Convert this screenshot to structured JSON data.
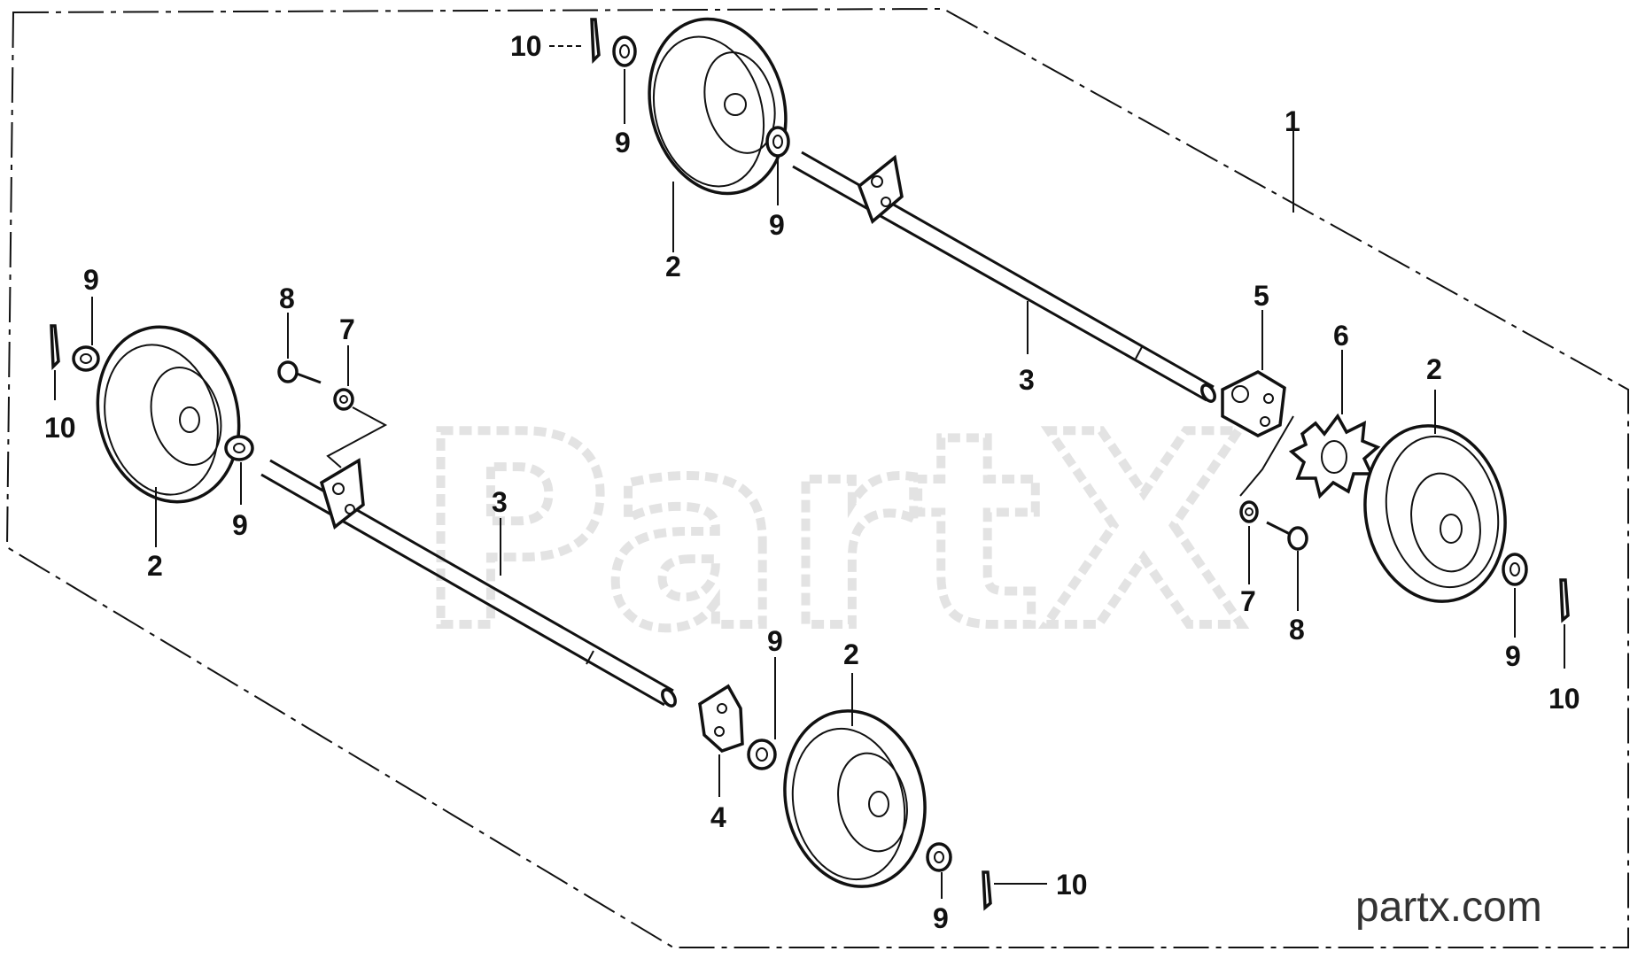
{
  "diagram": {
    "watermark_text": "PartX",
    "site_text": "partx.com",
    "colors": {
      "line": "#111111",
      "watermark": "#e3e3e3",
      "background": "#ffffff"
    },
    "callouts": {
      "assembly": "1",
      "wheel": "2",
      "axle": "3",
      "plate_left": "4",
      "plate_right": "5",
      "star_washer": "6",
      "nut": "7",
      "bolt": "8",
      "washer": "9",
      "cotter_pin": "10"
    }
  }
}
